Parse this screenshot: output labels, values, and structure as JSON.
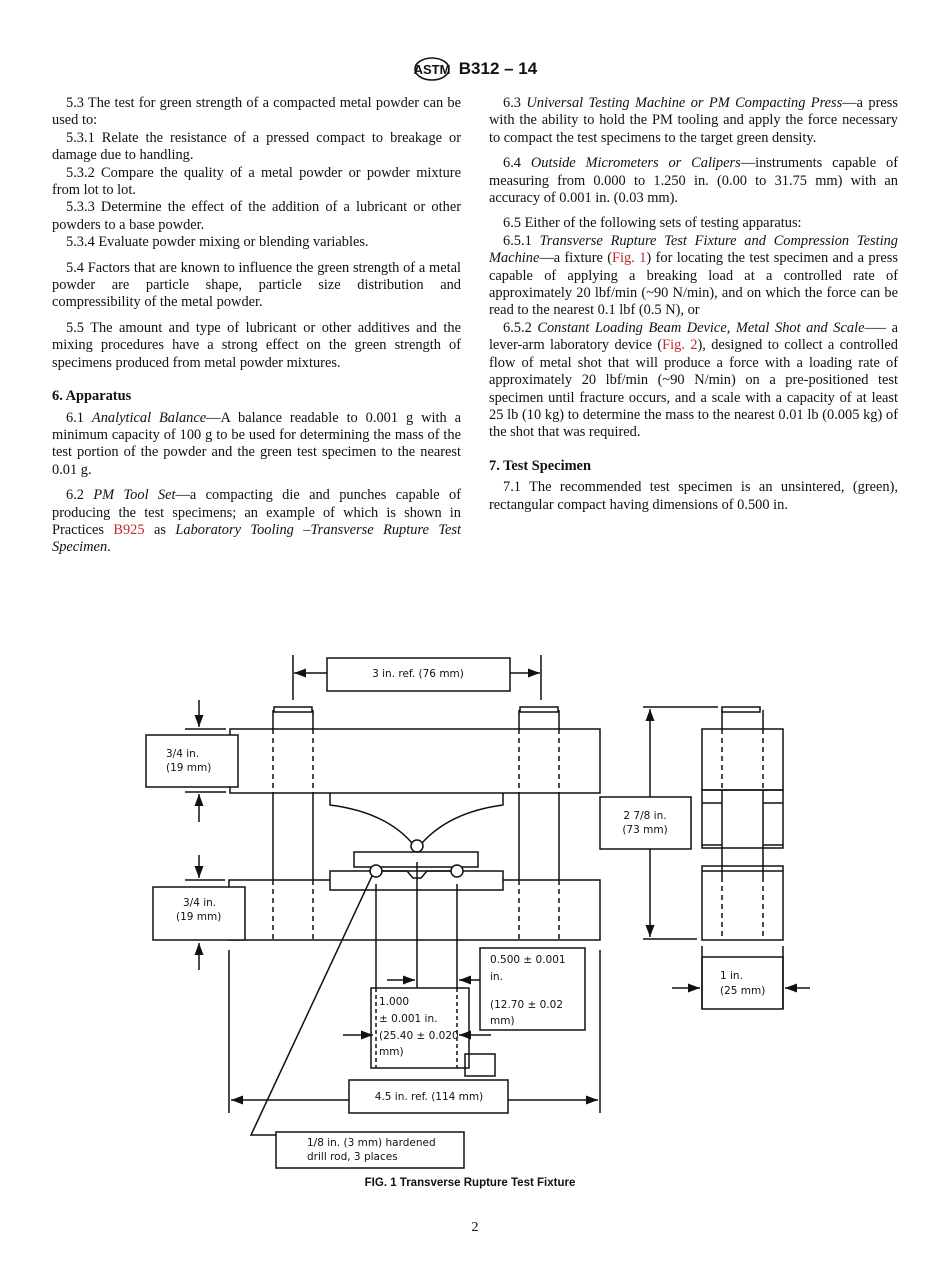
{
  "header": {
    "logo": "ASTM",
    "designation": "B312 – 14"
  },
  "left_column": [
    {
      "type": "p",
      "parts": [
        {
          "t": "5.3  The test for green strength of a compacted metal powder can be used to:"
        }
      ]
    },
    {
      "type": "p",
      "parts": [
        {
          "t": "5.3.1  Relate the resistance of a pressed compact to breakage or damage due to handling."
        }
      ]
    },
    {
      "type": "p",
      "parts": [
        {
          "t": "5.3.2  Compare the quality of a metal powder or powder mixture from lot to lot."
        }
      ]
    },
    {
      "type": "p",
      "parts": [
        {
          "t": "5.3.3  Determine the effect of the addition of a lubricant or other powders to a base powder."
        }
      ]
    },
    {
      "type": "p",
      "parts": [
        {
          "t": "5.3.4  Evaluate powder mixing or blending variables."
        }
      ]
    },
    {
      "type": "p",
      "gap": true,
      "parts": [
        {
          "t": "5.4   Factors that are known to influence the green strength of a metal powder are particle shape, particle size distribution and compressibility of the metal powder."
        }
      ]
    },
    {
      "type": "p",
      "gap": true,
      "parts": [
        {
          "t": "5.5  The amount and type of lubricant or other additives and the mixing procedures have a strong effect on the green strength of specimens produced from metal powder mixtures."
        }
      ]
    },
    {
      "type": "h",
      "parts": [
        {
          "t": "6.  Apparatus"
        }
      ]
    },
    {
      "type": "p",
      "parts": [
        {
          "t": "6.1  "
        },
        {
          "t": "Analytical Balance",
          "s": "i"
        },
        {
          "t": "—A balance readable to 0.001 g with a minimum capacity of 100 g to be used for determining the mass of the test portion of the powder and the green test specimen to the nearest 0.01 g."
        }
      ]
    },
    {
      "type": "p",
      "gap": true,
      "parts": [
        {
          "t": "6.2  "
        },
        {
          "t": "PM Tool Set",
          "s": "i"
        },
        {
          "t": "—a compacting die and punches capable of producing the test specimens; an example of which is shown in Practices "
        },
        {
          "t": "B925",
          "s": "lnk"
        },
        {
          "t": " as "
        },
        {
          "t": "Laboratory Tooling –Transverse Rupture Test Specimen",
          "s": "i"
        },
        {
          "t": "."
        }
      ]
    }
  ],
  "right_column": [
    {
      "type": "p",
      "parts": [
        {
          "t": "6.3  "
        },
        {
          "t": "Universal Testing Machine or PM Compacting Press",
          "s": "i"
        },
        {
          "t": "—a press with the ability to hold the PM tooling and apply the force necessary to compact the test specimens to the target green density."
        }
      ]
    },
    {
      "type": "p",
      "gap": true,
      "parts": [
        {
          "t": "6.4  "
        },
        {
          "t": "Outside Micrometers or Calipers",
          "s": "i"
        },
        {
          "t": "—instruments capable of measuring from 0.000 to 1.250 in. (0.00 to 31.75 mm) with an accuracy of 0.001 in. (0.03 mm)."
        }
      ]
    },
    {
      "type": "p",
      "gap": true,
      "parts": [
        {
          "t": "6.5  Either of the following sets of testing apparatus:"
        }
      ]
    },
    {
      "type": "p",
      "parts": [
        {
          "t": "6.5.1  "
        },
        {
          "t": "Transverse Rupture Test Fixture and Compression Testing Machine",
          "s": "i"
        },
        {
          "t": "—a fixture ("
        },
        {
          "t": "Fig. 1",
          "s": "lnk"
        },
        {
          "t": ") for locating the test specimen and a press capable of applying a breaking load at a controlled rate of approximately 20 lbf/min (~90 N/min), and on which the force can be read to the nearest 0.1 lbf (0.5 N), or"
        }
      ]
    },
    {
      "type": "p",
      "parts": [
        {
          "t": "6.5.2  "
        },
        {
          "t": "Constant Loading Beam Device, Metal Shot and Scale",
          "s": "i"
        },
        {
          "t": "—– a lever-arm laboratory device ("
        },
        {
          "t": "Fig. 2",
          "s": "lnk"
        },
        {
          "t": "), designed to collect a controlled flow of metal shot that will produce a force with a loading rate of approximately 20 lbf/min (~90 N/min) on a pre-positioned test specimen until fracture occurs, and a scale with a capacity of at least 25 lb (10 kg) to determine the mass to the nearest 0.01 lb (0.005 kg) of the shot that was required."
        }
      ]
    },
    {
      "type": "h",
      "parts": [
        {
          "t": "7.  Test Specimen"
        }
      ]
    },
    {
      "type": "p",
      "parts": [
        {
          "t": "7.1 The recommended test specimen is an unsintered, (green), rectangular compact having dimensions of 0.500 in."
        }
      ]
    }
  ],
  "figure": {
    "labels": {
      "top_width": "3 in. ref. (76 mm)",
      "upper_plate": [
        "3/4 in.",
        "(19 mm)"
      ],
      "lower_plate": [
        "3/4 in.",
        "(19 mm)"
      ],
      "height": [
        "2 7/8 in.",
        "(73 mm)"
      ],
      "depth": [
        "1 in.",
        "(25 mm)"
      ],
      "span": [
        "0.500 ± 0.001",
        "in.",
        "(12.70 ± 0.02",
        "mm)"
      ],
      "width": [
        "1.000",
        "± 0.001 in.",
        "(25.40 ± 0.020",
        "mm)"
      ],
      "overall": "4.5 in. ref. (114 mm)",
      "rod": [
        "1/8 in. (3 mm) hardened",
        "drill rod, 3 places"
      ]
    },
    "caption": "FIG. 1  Transverse Rupture Test Fixture"
  },
  "page_number": "2",
  "colors": {
    "link": "#c0282d",
    "text": "#111111"
  }
}
